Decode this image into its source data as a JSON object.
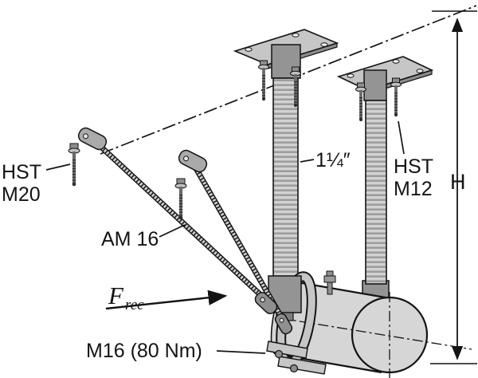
{
  "figure": {
    "type": "technical-diagram",
    "description": "Pipe suspension system with vertical hanger pipes, diagonal threaded-rod braces, ceiling anchors and a bolted pipe clamp",
    "labels": {
      "left_anchor_line1": "HST",
      "left_anchor_line2": "M20",
      "tie_rod": "AM 16",
      "hanger_pipe_size": "1¼″",
      "right_anchor_line1": "HST",
      "right_anchor_line2": "M12",
      "height_dimension": "H",
      "force_symbol": "F",
      "force_subscript": "rec",
      "clamp_bolt_torque": "M16 (80 Nm)"
    },
    "colors": {
      "background": "#ffffff",
      "line": "#141414",
      "metal_light": "#d6d6d6",
      "metal_mid": "#c6c6c6",
      "metal_dark": "#949494",
      "rib_light": "#d2d2d2",
      "rib_dark": "#9d9d9d"
    }
  }
}
